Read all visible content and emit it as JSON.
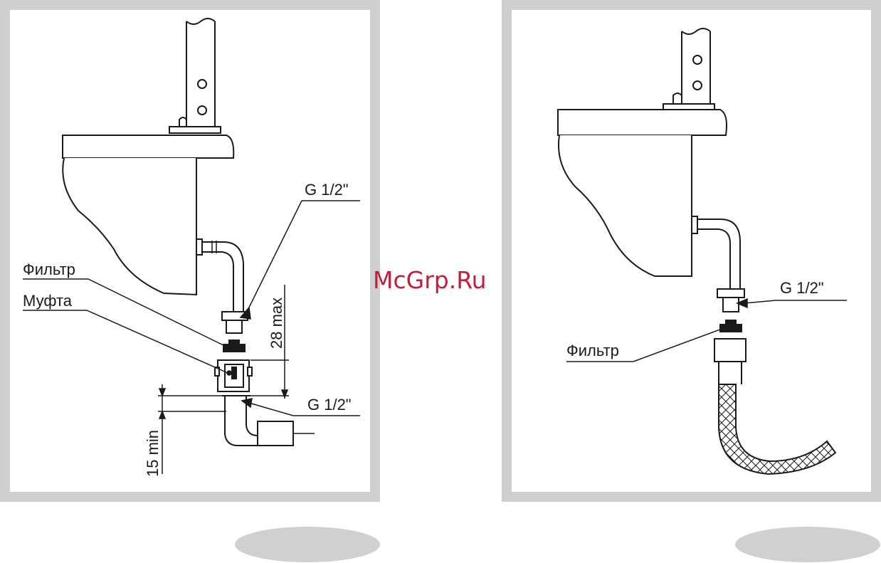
{
  "left_diagram": {
    "label_thread_top": "G 1/2\"",
    "label_filter": "Фильтр",
    "label_coupling": "Муфта",
    "label_dim_max": "28 max",
    "label_thread_bottom": "G 1/2\"",
    "label_dim_min": "15 min"
  },
  "right_diagram": {
    "label_thread": "G 1/2\"",
    "label_filter": "Фильтр"
  },
  "watermark": "McGrp.Ru",
  "colors": {
    "panel_border": "#cfcfcf",
    "line": "#1a1a1a",
    "watermark": "#c41e3a",
    "page_oval": "#d0d0d0"
  }
}
